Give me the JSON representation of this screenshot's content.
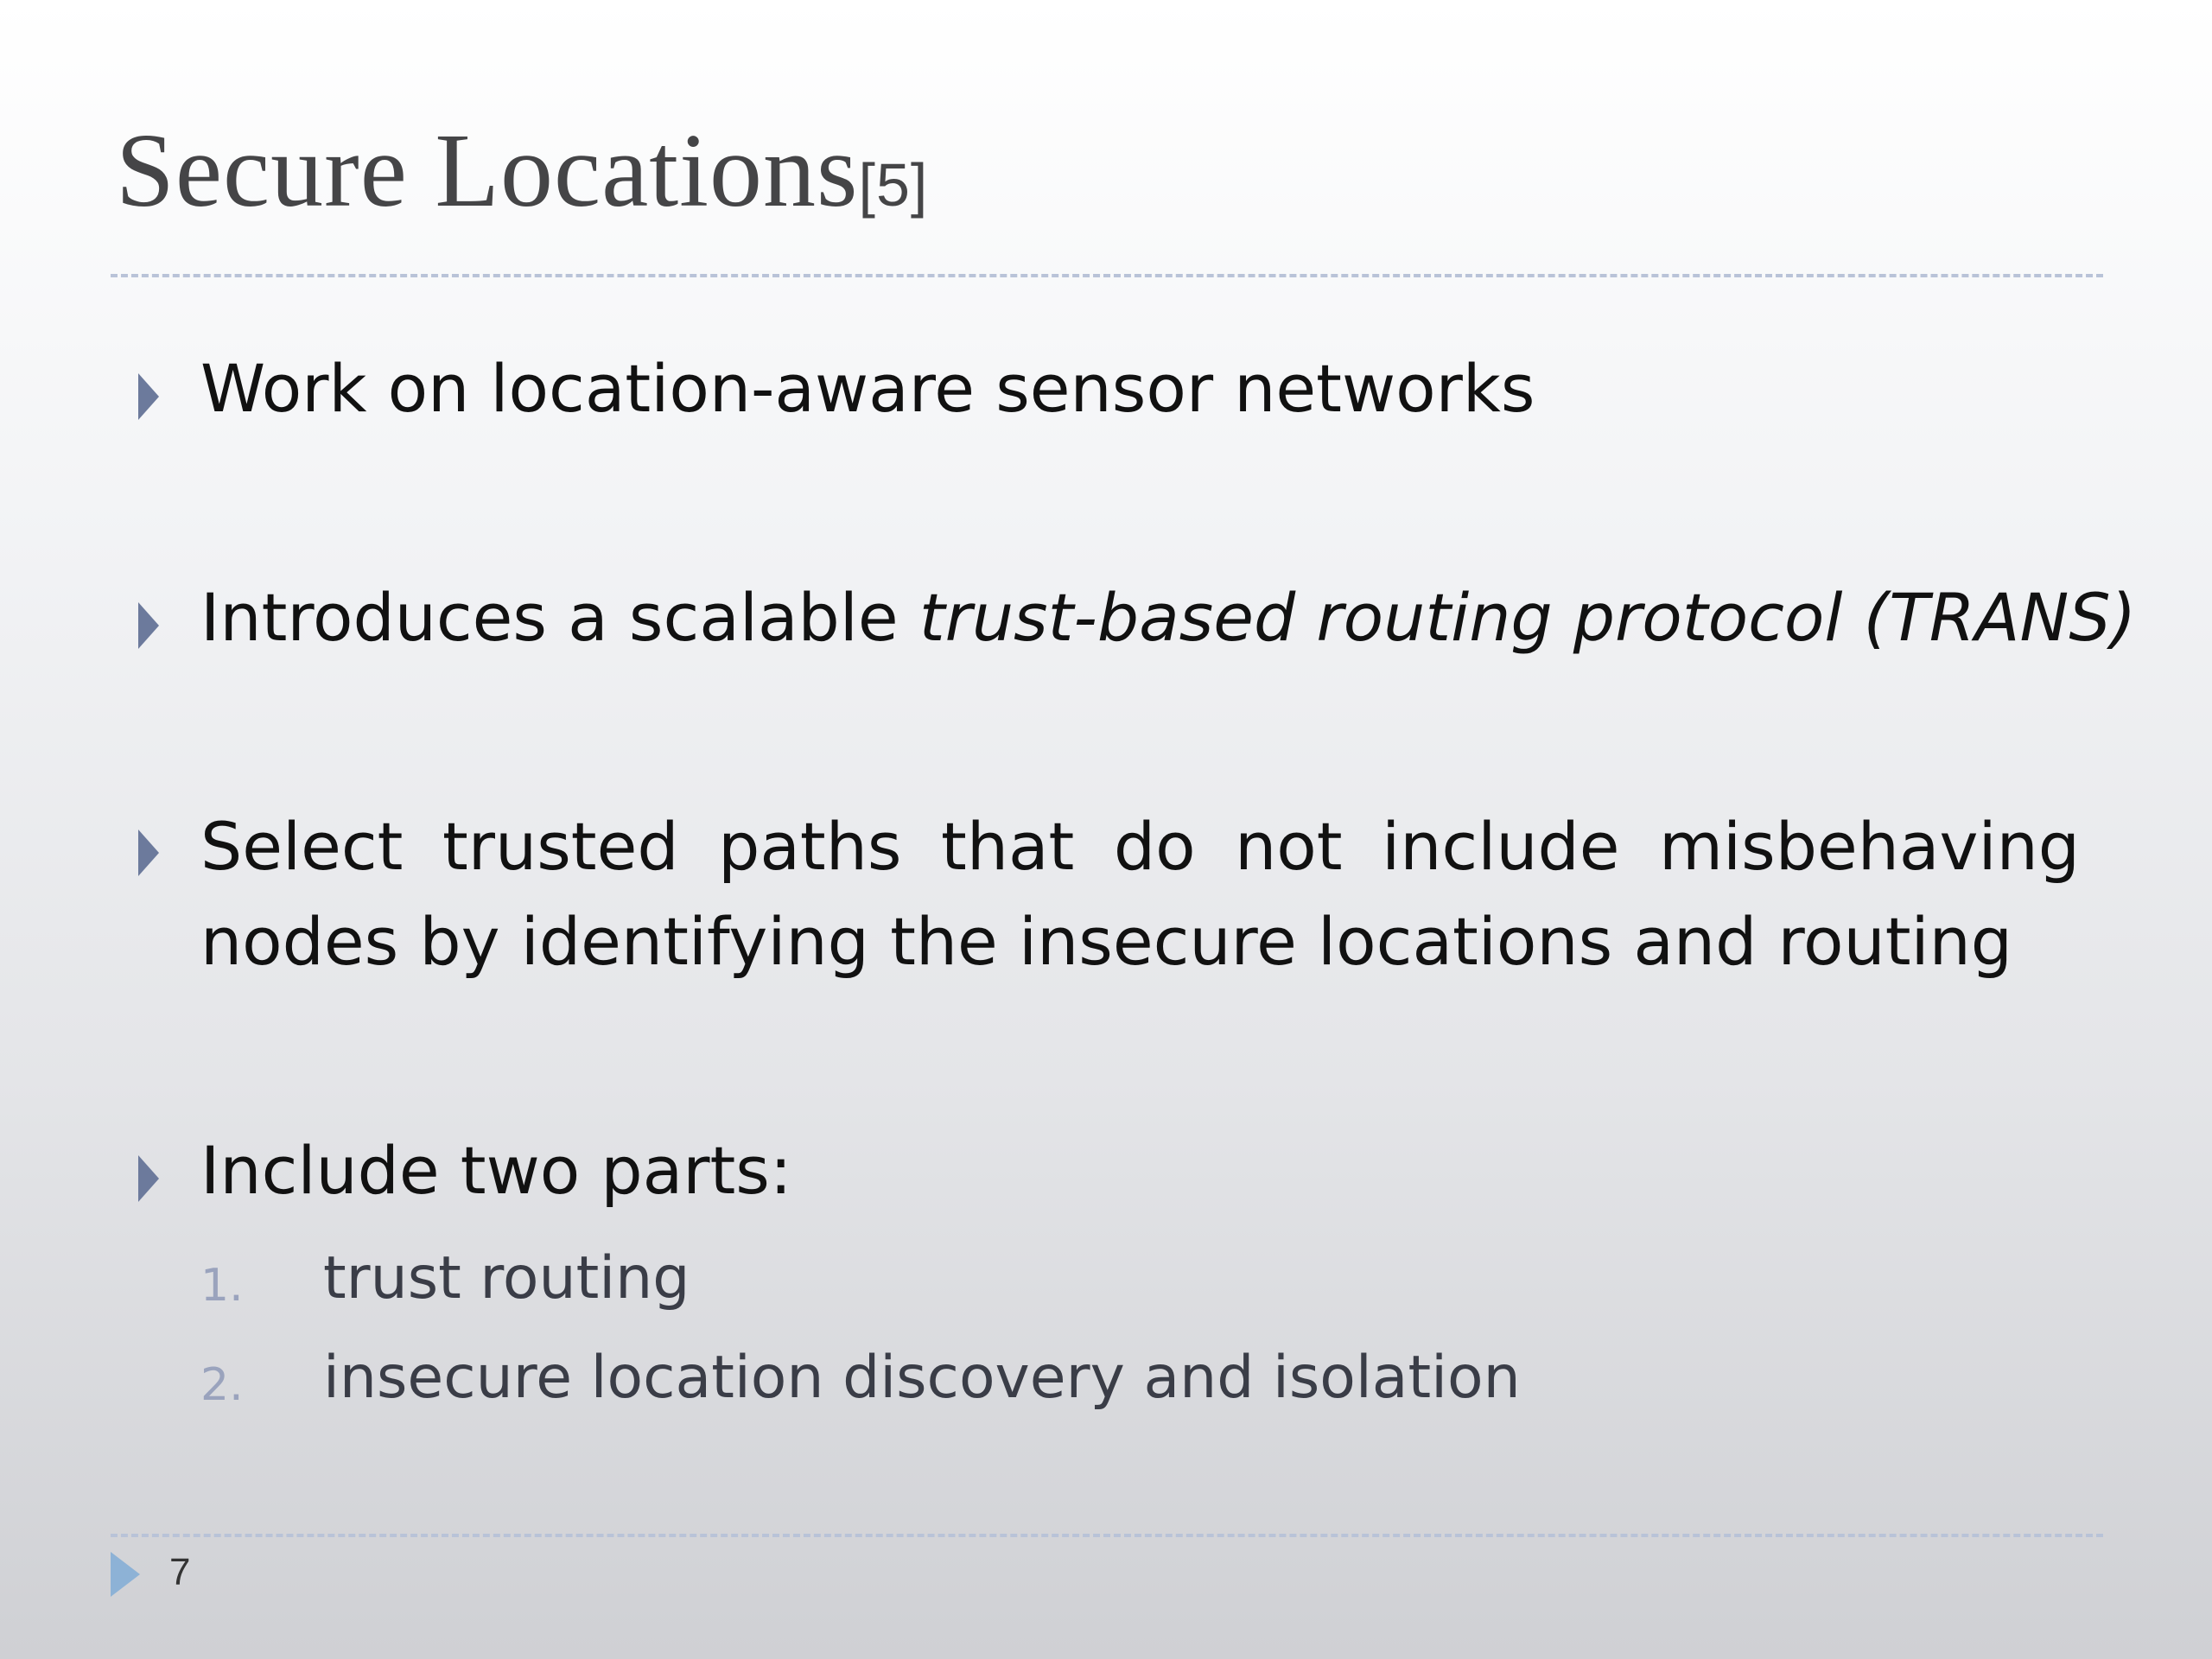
{
  "slide": {
    "title": "Secure Locations",
    "title_ref": "[5]",
    "bullets": [
      {
        "text": "Work on location-aware sensor networks"
      },
      {
        "text_before": "Introduces a scalable ",
        "text_italic": "trust-based routing protocol (TRANS)"
      },
      {
        "text": "Select trusted paths that do not include misbehaving nodes by identifying the insecure locations and routing"
      },
      {
        "text": "Include two parts:"
      }
    ],
    "subitems": [
      {
        "num": "1.",
        "text": "trust routing"
      },
      {
        "num": "2.",
        "text": "insecure location discovery and isolation"
      }
    ],
    "page_number": "7"
  },
  "colors": {
    "bullet": "#6c7a9c",
    "rule": "#b9c3d8",
    "footer_arrow": "#8db2d6",
    "title": "#454547"
  }
}
